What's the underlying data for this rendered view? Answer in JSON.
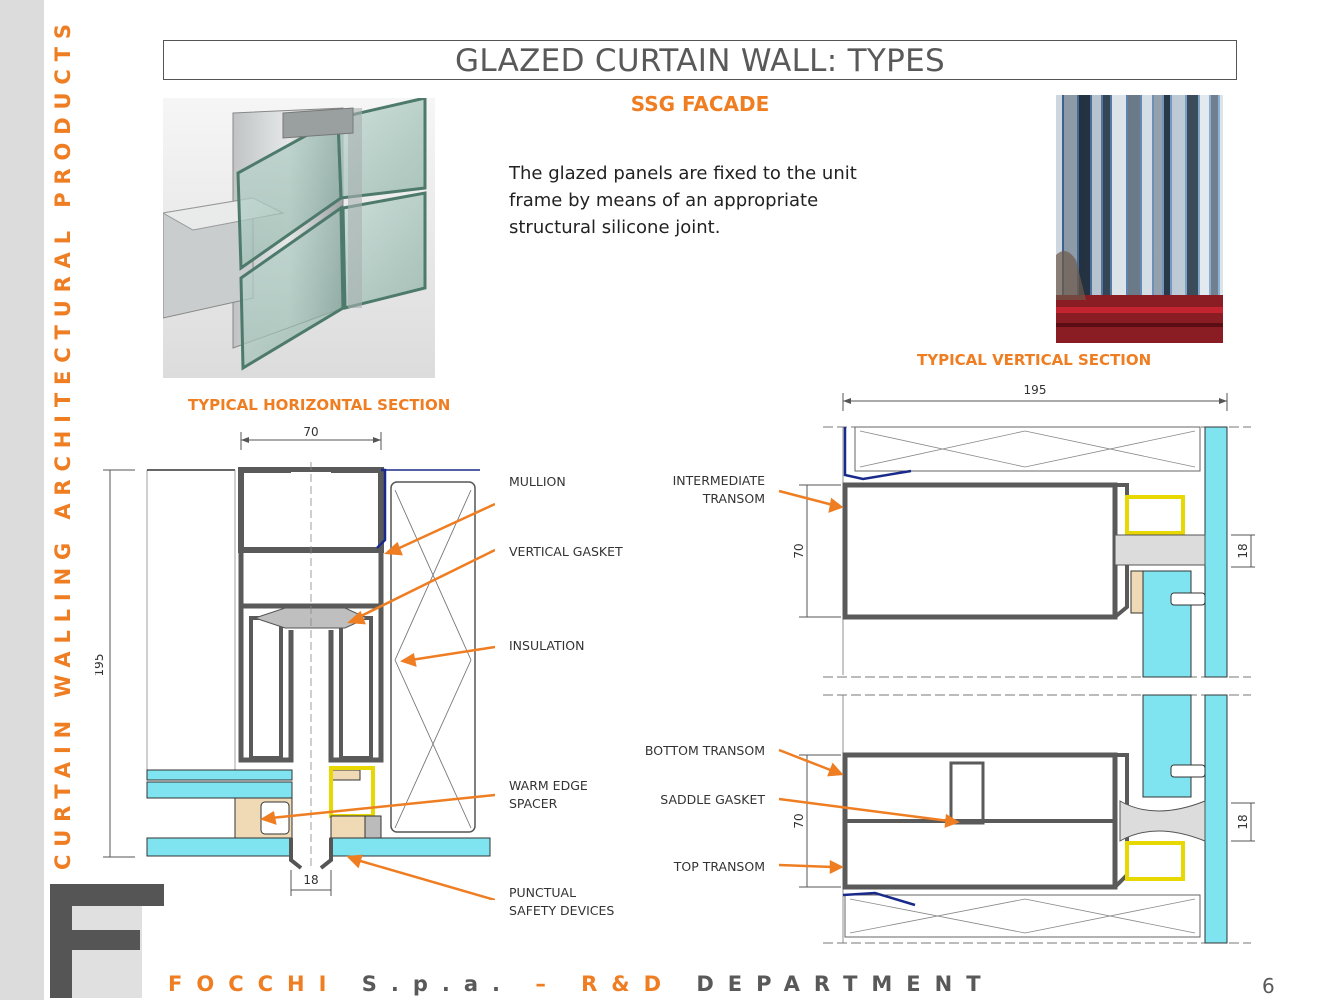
{
  "sidebar": {
    "vertical_text": "CURTAIN WALLING ARCHITECTURAL PRODUCTS"
  },
  "header": {
    "title": "GLAZED CURTAIN WALL: TYPES",
    "subtitle": "SSG FACADE"
  },
  "description": "The glazed panels are fixed to the unit frame by means of an appropriate structural silicone joint.",
  "sections": {
    "horizontal": "TYPICAL HORIZONTAL SECTION",
    "vertical": "TYPICAL VERTICAL SECTION"
  },
  "callouts_horizontal": {
    "mullion": "MULLION",
    "vertical_gasket": "VERTICAL GASKET",
    "insulation": "INSULATION",
    "warm_edge_1": "WARM EDGE",
    "warm_edge_2": "SPACER",
    "punctual_1": "PUNCTUAL",
    "punctual_2": "SAFETY DEVICES"
  },
  "callouts_vertical": {
    "intermediate_1": "INTERMEDIATE",
    "intermediate_2": "TRANSOM",
    "bottom_transom": "BOTTOM TRANSOM",
    "saddle_gasket": "SADDLE GASKET",
    "top_transom": "TOP TRANSOM"
  },
  "dimensions": {
    "h_width": "70",
    "h_height": "195",
    "h_bottom": "18",
    "v_width": "195",
    "v_height_top": "70",
    "v_height_bottom": "70",
    "v_right_top": "18",
    "v_right_bottom": "18"
  },
  "footer": {
    "company": "FOCCHI",
    "spa": "S.p.a.",
    "dash": "–",
    "rd": "R&D",
    "department": "DEPARTMENT"
  },
  "page_number": "6",
  "colors": {
    "accent": "#ef7d22",
    "glass": "#7fe3f0",
    "profile": "#5a5a5a",
    "gasket_blue": "#1a2a8a",
    "wood": "#f0d9b5"
  }
}
